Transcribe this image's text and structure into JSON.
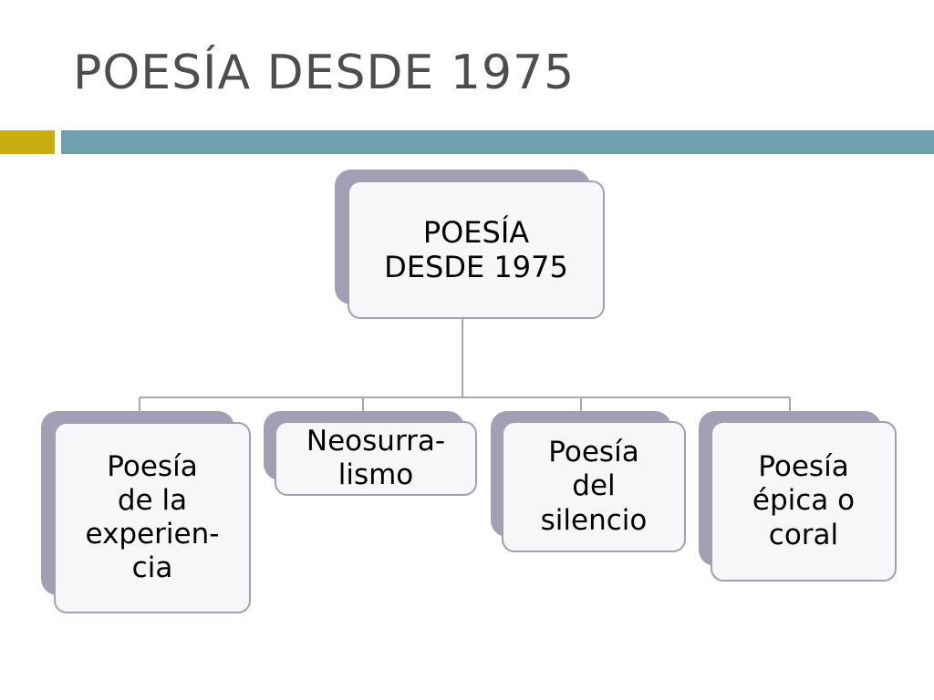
{
  "slide": {
    "title": "POESÍA DESDE 1975"
  },
  "diagram": {
    "root": {
      "label": "POESÍA\nDESDE 1975"
    },
    "children": [
      {
        "label": "Poesía\nde la\nexperien-\ncia"
      },
      {
        "label": "Neosurra-\nlismo"
      },
      {
        "label": "Poesía\ndel\nsilencio"
      },
      {
        "label": "Poesía\népica o\ncoral"
      }
    ]
  },
  "colors": {
    "title": "#4d4d4d",
    "bar_gold": "#c9ad11",
    "bar_teal": "#6ea0ae",
    "node_shadow": "#a29fb5",
    "node_fill": "#f7f7f9",
    "connector": "#a9a7b7"
  }
}
